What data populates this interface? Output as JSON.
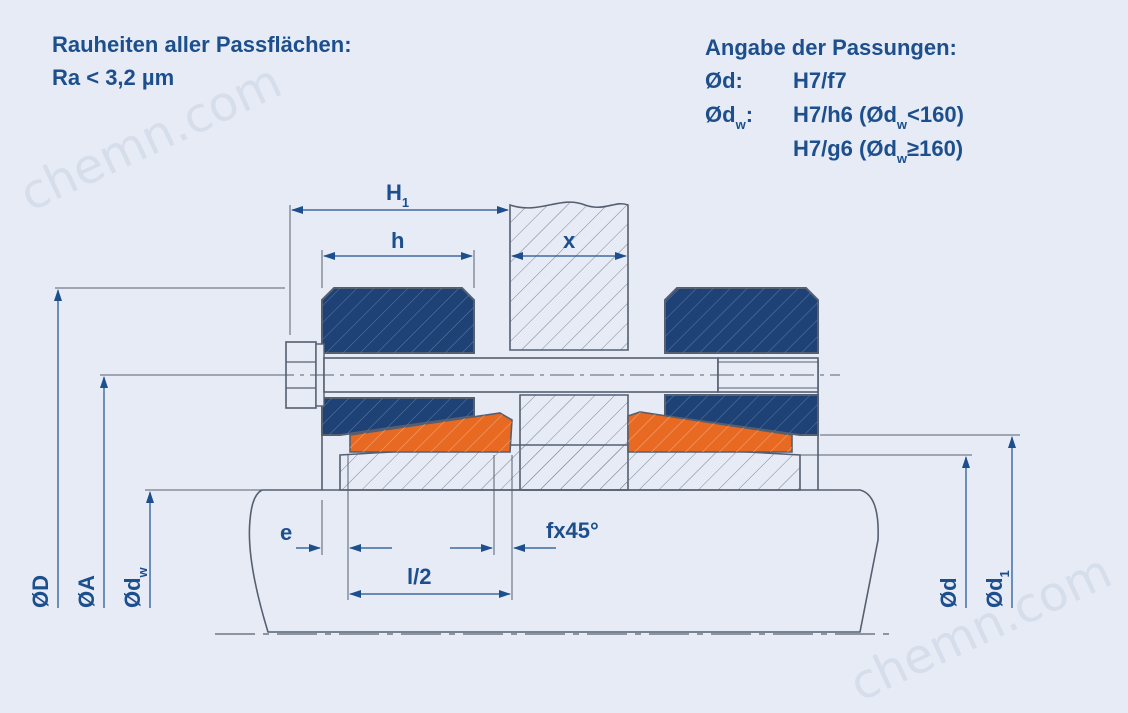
{
  "roughness": {
    "title": "Rauheiten aller Passflächen:",
    "value": "Ra  < 3,2 µm"
  },
  "fits": {
    "title": "Angabe der Passungen:",
    "rows": [
      {
        "symbol": "Ød:",
        "value": "H7/f7"
      },
      {
        "symbol": "Ød",
        "symbol_sub": "w",
        "symbol_suffix": ":",
        "value": "H7/h6 (Ød",
        "value_sub": "w",
        "value_suffix": "<160)"
      },
      {
        "symbol": "",
        "value": "H7/g6 (Ød",
        "value_sub": "w",
        "value_suffix": "≥160)"
      }
    ]
  },
  "dimensions": {
    "H1": "H",
    "H1_sub": "1",
    "h": "h",
    "x": "x",
    "e": "e",
    "fx45": "fx45°",
    "l2": "l/2",
    "D": "ØD",
    "A": "ØA",
    "dw": "Ød",
    "dw_sub": "w",
    "d": "Ød",
    "d1": "Ød",
    "d1_sub": "1"
  },
  "watermark": "chemn.com",
  "colors": {
    "background": "#e6ebf6",
    "text": "#1d4f8d",
    "ring_blue": "#1e4275",
    "cone_orange": "#e86a22",
    "line": "#555f70"
  }
}
